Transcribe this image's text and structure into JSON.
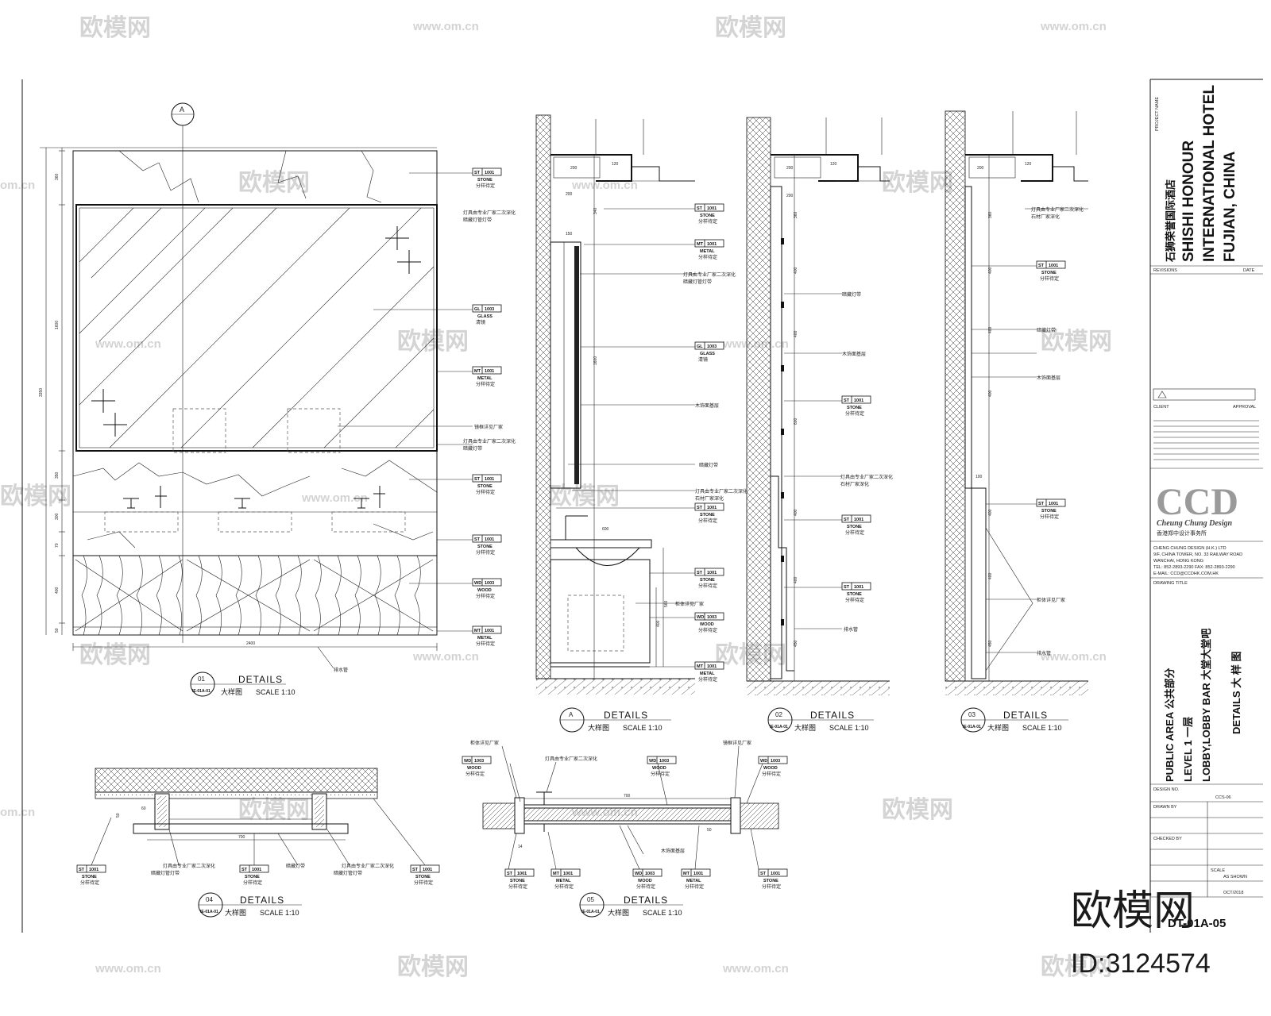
{
  "watermarks": {
    "brand": "欧模网",
    "url": "www.om.cn",
    "url_short": "om.cn",
    "big_brand": "欧模网",
    "id_text": "ID:3124574"
  },
  "detail_01": {
    "number": "01",
    "sheet_ref": "IE-01A-01",
    "title": "DETAILS",
    "subtitle": "大样图",
    "scale": "SCALE  1:10",
    "grid_marker": "A",
    "overall_width": "2400",
    "dims_left": [
      "360",
      "1600",
      "350",
      "300",
      "70",
      "400",
      "50"
    ],
    "overall_height": "3350"
  },
  "detail_A": {
    "marker": "A",
    "title": "DETAILS",
    "subtitle": "大样图",
    "scale": "SCALE  1:10",
    "dims": [
      "200",
      "120",
      "200",
      "340",
      "150",
      "1600",
      "600",
      "560",
      "400"
    ]
  },
  "detail_02": {
    "number": "02",
    "sheet_ref": "IE-01A-01",
    "title": "DETAILS",
    "subtitle": "大样图",
    "scale": "SCALE  1:10",
    "dims": [
      "200",
      "120",
      "200",
      "360",
      "400",
      "400",
      "600",
      "400",
      "400",
      "450"
    ]
  },
  "detail_03": {
    "number": "03",
    "sheet_ref": "IE-01A-01",
    "title": "DETAILS",
    "subtitle": "大样图",
    "scale": "SCALE  1:10",
    "dims": [
      "200",
      "120",
      "360",
      "400",
      "400",
      "400",
      "100",
      "400",
      "400",
      "450"
    ]
  },
  "detail_04": {
    "number": "04",
    "sheet_ref": "IE-01A-01",
    "title": "DETAILS",
    "subtitle": "大样图",
    "scale": "SCALE  1:10",
    "dims": [
      "700",
      "60",
      "50"
    ]
  },
  "detail_05": {
    "number": "05",
    "sheet_ref": "IE-01A-01",
    "title": "DETAILS",
    "subtitle": "大样图",
    "scale": "SCALE  1:10",
    "dims": [
      "700",
      "50",
      "14"
    ]
  },
  "material_tags": {
    "stone": {
      "code": "ST",
      "num": "1001",
      "name": "STONE",
      "note": "分样待定"
    },
    "glass": {
      "code": "GL",
      "num": "1003",
      "name": "GLASS",
      "note": "清镜"
    },
    "metal": {
      "code": "MT",
      "num": "1001",
      "name": "METAL",
      "note": "分样待定"
    },
    "wood": {
      "code": "WD",
      "num": "1003",
      "name": "WOOD",
      "note": "分样待定"
    }
  },
  "notes": {
    "by_others": "灯具由专业厂家二次深化",
    "by_stone_co": "石材厂家深化",
    "mirror_frame": "镜框详见厂家",
    "cabinet": "柜体详见厂家",
    "drain": "排水管",
    "water_light": "暗藏灯管灯带",
    "hidden_light": "暗藏灯带",
    "timber_base": "木饰面基层"
  },
  "title_block": {
    "project_name_label": "PROJECT NAME",
    "project_cn": "石狮荣誉国际酒店",
    "project_line1": "SHISHI HONOUR",
    "project_line2": "INTERNATIONAL HOTEL",
    "project_line3": "FUJIAN, CHINA",
    "revisions_label": "REVISIONS",
    "date_label": "DATE",
    "client_label": "CLIENT",
    "approval_label": "APPROVAL",
    "firm_logo": "CCD",
    "firm_name": "Cheung Chung Design",
    "firm_cn": "香港郑中设计事务所",
    "firm_address": [
      "CHENG CHUNG DESIGN (H.K.) LTD",
      "9/F, CHINA TOWER, NO. 33 RAILWAY ROAD",
      "WANCHAI, HONG KONG",
      "TEL: 852-2893-2290  FAX: 852-2893-2290",
      "E-MAIL: CCD@CCDHK.COM.HK"
    ],
    "drawing_label": "DRAWING TITLE",
    "area": "PUBLIC AREA  公共部分",
    "level": "LEVEL 1  一层",
    "space": "LOBBY,LOBBY BAR  大堂大堂吧",
    "drawing_title": "DETAILS  大 样 图",
    "design_no_label": "DESIGN NO.",
    "design_no": "CCS-06",
    "drawn_label": "DRAWN BY",
    "checked_label": "CHECKED BY",
    "scale_label": "SCALE",
    "scale_value": "AS SHOWN",
    "date_value": "OCT/2018",
    "sheet_no": "DT-01A-05"
  }
}
